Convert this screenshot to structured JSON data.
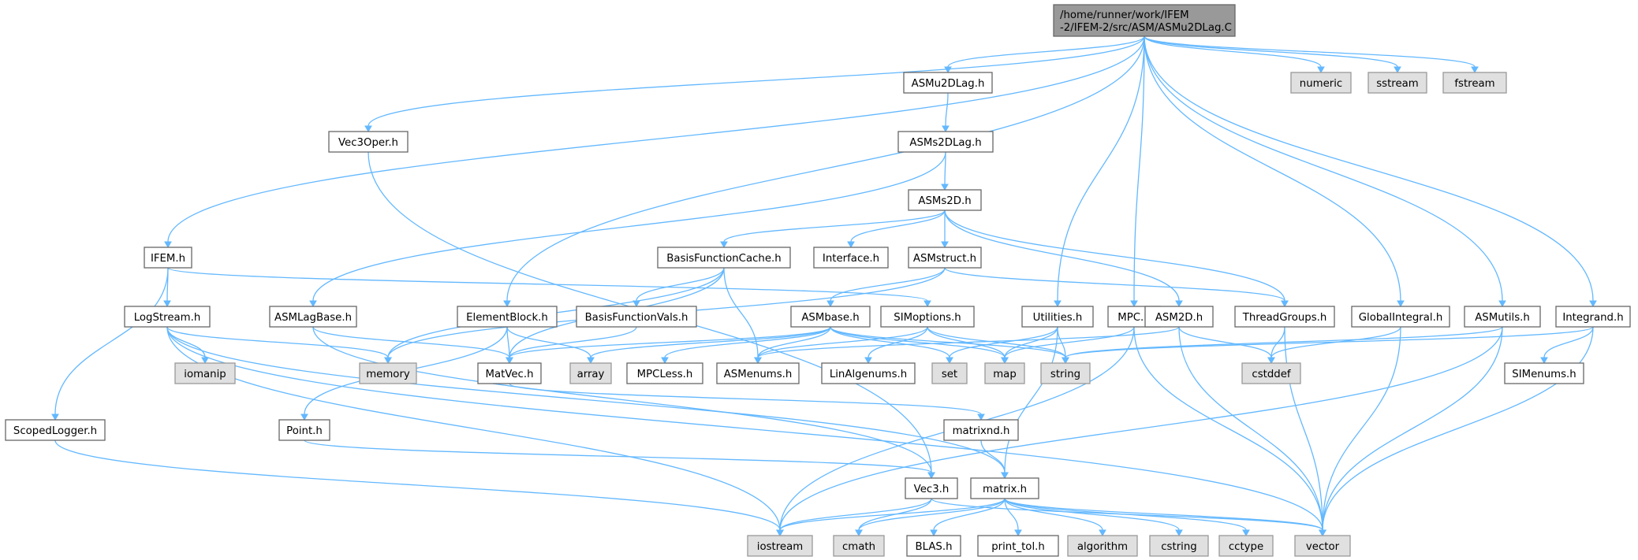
{
  "graph": {
    "edge_color": "#63b8ff",
    "local_fill": "#ffffff",
    "system_fill": "#e0e0e0",
    "root_fill": "#999999",
    "nodes": {
      "root": {
        "label": "/home/runner/work/IFEM\n-2/IFEM-2/src/ASM/ASMu2DLag.C",
        "kind": "root"
      },
      "ASMu2DLag_h": {
        "label": "ASMu2DLag.h",
        "kind": "local"
      },
      "numeric": {
        "label": "numeric",
        "kind": "system"
      },
      "sstream": {
        "label": "sstream",
        "kind": "system"
      },
      "fstream": {
        "label": "fstream",
        "kind": "system"
      },
      "Vec3Oper_h": {
        "label": "Vec3Oper.h",
        "kind": "local"
      },
      "ASMs2DLag_h": {
        "label": "ASMs2DLag.h",
        "kind": "local"
      },
      "ASMs2D_h": {
        "label": "ASMs2D.h",
        "kind": "local"
      },
      "IFEM_h": {
        "label": "IFEM.h",
        "kind": "local"
      },
      "BasisFunctionCache_h": {
        "label": "BasisFunctionCache.h",
        "kind": "local"
      },
      "Interface_h": {
        "label": "Interface.h",
        "kind": "local"
      },
      "ASMstruct_h": {
        "label": "ASMstruct.h",
        "kind": "local"
      },
      "LogStream_h": {
        "label": "LogStream.h",
        "kind": "local"
      },
      "ASMLagBase_h": {
        "label": "ASMLagBase.h",
        "kind": "local"
      },
      "ElementBlock_h": {
        "label": "ElementBlock.h",
        "kind": "local"
      },
      "BasisFunctionVals_h": {
        "label": "BasisFunctionVals.h",
        "kind": "local"
      },
      "ASMbase_h": {
        "label": "ASMbase.h",
        "kind": "local"
      },
      "SIMoptions_h": {
        "label": "SIMoptions.h",
        "kind": "local"
      },
      "Utilities_h": {
        "label": "Utilities.h",
        "kind": "local"
      },
      "MPC_h": {
        "label": "MPC.h",
        "kind": "local"
      },
      "ASM2D_h": {
        "label": "ASM2D.h",
        "kind": "local"
      },
      "ThreadGroups_h": {
        "label": "ThreadGroups.h",
        "kind": "local"
      },
      "GlobalIntegral_h": {
        "label": "GlobalIntegral.h",
        "kind": "local"
      },
      "ASMutils_h": {
        "label": "ASMutils.h",
        "kind": "local"
      },
      "Integrand_h": {
        "label": "Integrand.h",
        "kind": "local"
      },
      "iomanip": {
        "label": "iomanip",
        "kind": "system"
      },
      "memory": {
        "label": "memory",
        "kind": "system"
      },
      "MatVec_h": {
        "label": "MatVec.h",
        "kind": "local"
      },
      "array": {
        "label": "array",
        "kind": "system"
      },
      "MPCLess_h": {
        "label": "MPCLess.h",
        "kind": "local"
      },
      "ASMenums_h": {
        "label": "ASMenums.h",
        "kind": "local"
      },
      "LinAlgenums_h": {
        "label": "LinAlgenums.h",
        "kind": "local"
      },
      "set": {
        "label": "set",
        "kind": "system"
      },
      "map": {
        "label": "map",
        "kind": "system"
      },
      "string": {
        "label": "string",
        "kind": "system"
      },
      "cstddef": {
        "label": "cstddef",
        "kind": "system"
      },
      "SIMenums_h": {
        "label": "SIMenums.h",
        "kind": "local"
      },
      "ScopedLogger_h": {
        "label": "ScopedLogger.h",
        "kind": "local"
      },
      "Point_h": {
        "label": "Point.h",
        "kind": "local"
      },
      "matrixnd_h": {
        "label": "matrixnd.h",
        "kind": "local"
      },
      "Vec3_h": {
        "label": "Vec3.h",
        "kind": "local"
      },
      "matrix_h": {
        "label": "matrix.h",
        "kind": "local"
      },
      "iostream": {
        "label": "iostream",
        "kind": "system"
      },
      "cmath": {
        "label": "cmath",
        "kind": "system"
      },
      "BLAS_h": {
        "label": "BLAS.h",
        "kind": "local"
      },
      "print_tol_h": {
        "label": "print_tol.h",
        "kind": "local"
      },
      "algorithm": {
        "label": "algorithm",
        "kind": "system"
      },
      "cstring": {
        "label": "cstring",
        "kind": "system"
      },
      "cctype": {
        "label": "cctype",
        "kind": "system"
      },
      "vector": {
        "label": "vector",
        "kind": "system"
      }
    },
    "edges": [
      [
        "root",
        "ASMu2DLag_h"
      ],
      [
        "root",
        "numeric"
      ],
      [
        "root",
        "sstream"
      ],
      [
        "root",
        "fstream"
      ],
      [
        "root",
        "Vec3Oper_h"
      ],
      [
        "root",
        "IFEM_h"
      ],
      [
        "root",
        "ElementBlock_h"
      ],
      [
        "root",
        "Utilities_h"
      ],
      [
        "root",
        "MPC_h"
      ],
      [
        "root",
        "GlobalIntegral_h"
      ],
      [
        "root",
        "ASMutils_h"
      ],
      [
        "root",
        "Integrand_h"
      ],
      [
        "ASMu2DLag_h",
        "ASMs2DLag_h"
      ],
      [
        "ASMs2DLag_h",
        "ASMs2D_h"
      ],
      [
        "ASMs2DLag_h",
        "ASMLagBase_h"
      ],
      [
        "ASMs2D_h",
        "BasisFunctionCache_h"
      ],
      [
        "ASMs2D_h",
        "Interface_h"
      ],
      [
        "ASMs2D_h",
        "ASMstruct_h"
      ],
      [
        "ASMs2D_h",
        "ASM2D_h"
      ],
      [
        "ASMs2D_h",
        "ThreadGroups_h"
      ],
      [
        "BasisFunctionCache_h",
        "BasisFunctionVals_h"
      ],
      [
        "BasisFunctionCache_h",
        "memory"
      ],
      [
        "BasisFunctionCache_h",
        "MatVec_h"
      ],
      [
        "BasisFunctionCache_h",
        "ASMenums_h"
      ],
      [
        "ASMstruct_h",
        "ASMbase_h"
      ],
      [
        "ASMstruct_h",
        "memory"
      ],
      [
        "ASMstruct_h",
        "ThreadGroups_h"
      ],
      [
        "IFEM_h",
        "LogStream_h"
      ],
      [
        "IFEM_h",
        "ScopedLogger_h"
      ],
      [
        "IFEM_h",
        "SIMoptions_h"
      ],
      [
        "LogStream_h",
        "iomanip"
      ],
      [
        "LogStream_h",
        "memory"
      ],
      [
        "LogStream_h",
        "iostream"
      ],
      [
        "LogStream_h",
        "vector"
      ],
      [
        "LogStream_h",
        "matrix_h"
      ],
      [
        "ASMLagBase_h",
        "MatVec_h"
      ],
      [
        "ASMLagBase_h",
        "Vec3_h"
      ],
      [
        "ElementBlock_h",
        "MatVec_h"
      ],
      [
        "ElementBlock_h",
        "array"
      ],
      [
        "ElementBlock_h",
        "Point_h"
      ],
      [
        "BasisFunctionVals_h",
        "MatVec_h"
      ],
      [
        "ASMbase_h",
        "MatVec_h"
      ],
      [
        "ASMbase_h",
        "array"
      ],
      [
        "ASMbase_h",
        "MPCLess_h"
      ],
      [
        "ASMbase_h",
        "ASMenums_h"
      ],
      [
        "ASMbase_h",
        "set"
      ],
      [
        "ASMbase_h",
        "map"
      ],
      [
        "ASMbase_h",
        "string"
      ],
      [
        "SIMoptions_h",
        "ASMenums_h"
      ],
      [
        "SIMoptions_h",
        "LinAlgenums_h"
      ],
      [
        "SIMoptions_h",
        "map"
      ],
      [
        "SIMoptions_h",
        "string"
      ],
      [
        "Utilities_h",
        "set"
      ],
      [
        "Utilities_h",
        "map"
      ],
      [
        "Utilities_h",
        "string"
      ],
      [
        "Utilities_h",
        "matrix_h"
      ],
      [
        "MPC_h",
        "map"
      ],
      [
        "MPC_h",
        "iostream"
      ],
      [
        "MPC_h",
        "vector"
      ],
      [
        "ASM2D_h",
        "ASMenums_h"
      ],
      [
        "ASM2D_h",
        "cstddef"
      ],
      [
        "ASM2D_h",
        "vector"
      ],
      [
        "ThreadGroups_h",
        "cstddef"
      ],
      [
        "ThreadGroups_h",
        "vector"
      ],
      [
        "GlobalIntegral_h",
        "cstddef"
      ],
      [
        "GlobalIntegral_h",
        "vector"
      ],
      [
        "ASMutils_h",
        "string"
      ],
      [
        "ASMutils_h",
        "iostream"
      ],
      [
        "ASMutils_h",
        "vector"
      ],
      [
        "Integrand_h",
        "SIMenums_h"
      ],
      [
        "Integrand_h",
        "string"
      ],
      [
        "Integrand_h",
        "vector"
      ],
      [
        "Vec3Oper_h",
        "Vec3_h"
      ],
      [
        "MatVec_h",
        "matrixnd_h"
      ],
      [
        "matrixnd_h",
        "matrix_h"
      ],
      [
        "Point_h",
        "Vec3_h"
      ],
      [
        "ScopedLogger_h",
        "iostream"
      ],
      [
        "Vec3_h",
        "iostream"
      ],
      [
        "Vec3_h",
        "cmath"
      ],
      [
        "Vec3_h",
        "vector"
      ],
      [
        "matrix_h",
        "iostream"
      ],
      [
        "matrix_h",
        "cmath"
      ],
      [
        "matrix_h",
        "BLAS_h"
      ],
      [
        "matrix_h",
        "print_tol_h"
      ],
      [
        "matrix_h",
        "algorithm"
      ],
      [
        "matrix_h",
        "cstring"
      ],
      [
        "matrix_h",
        "cctype"
      ],
      [
        "matrix_h",
        "vector"
      ]
    ]
  }
}
